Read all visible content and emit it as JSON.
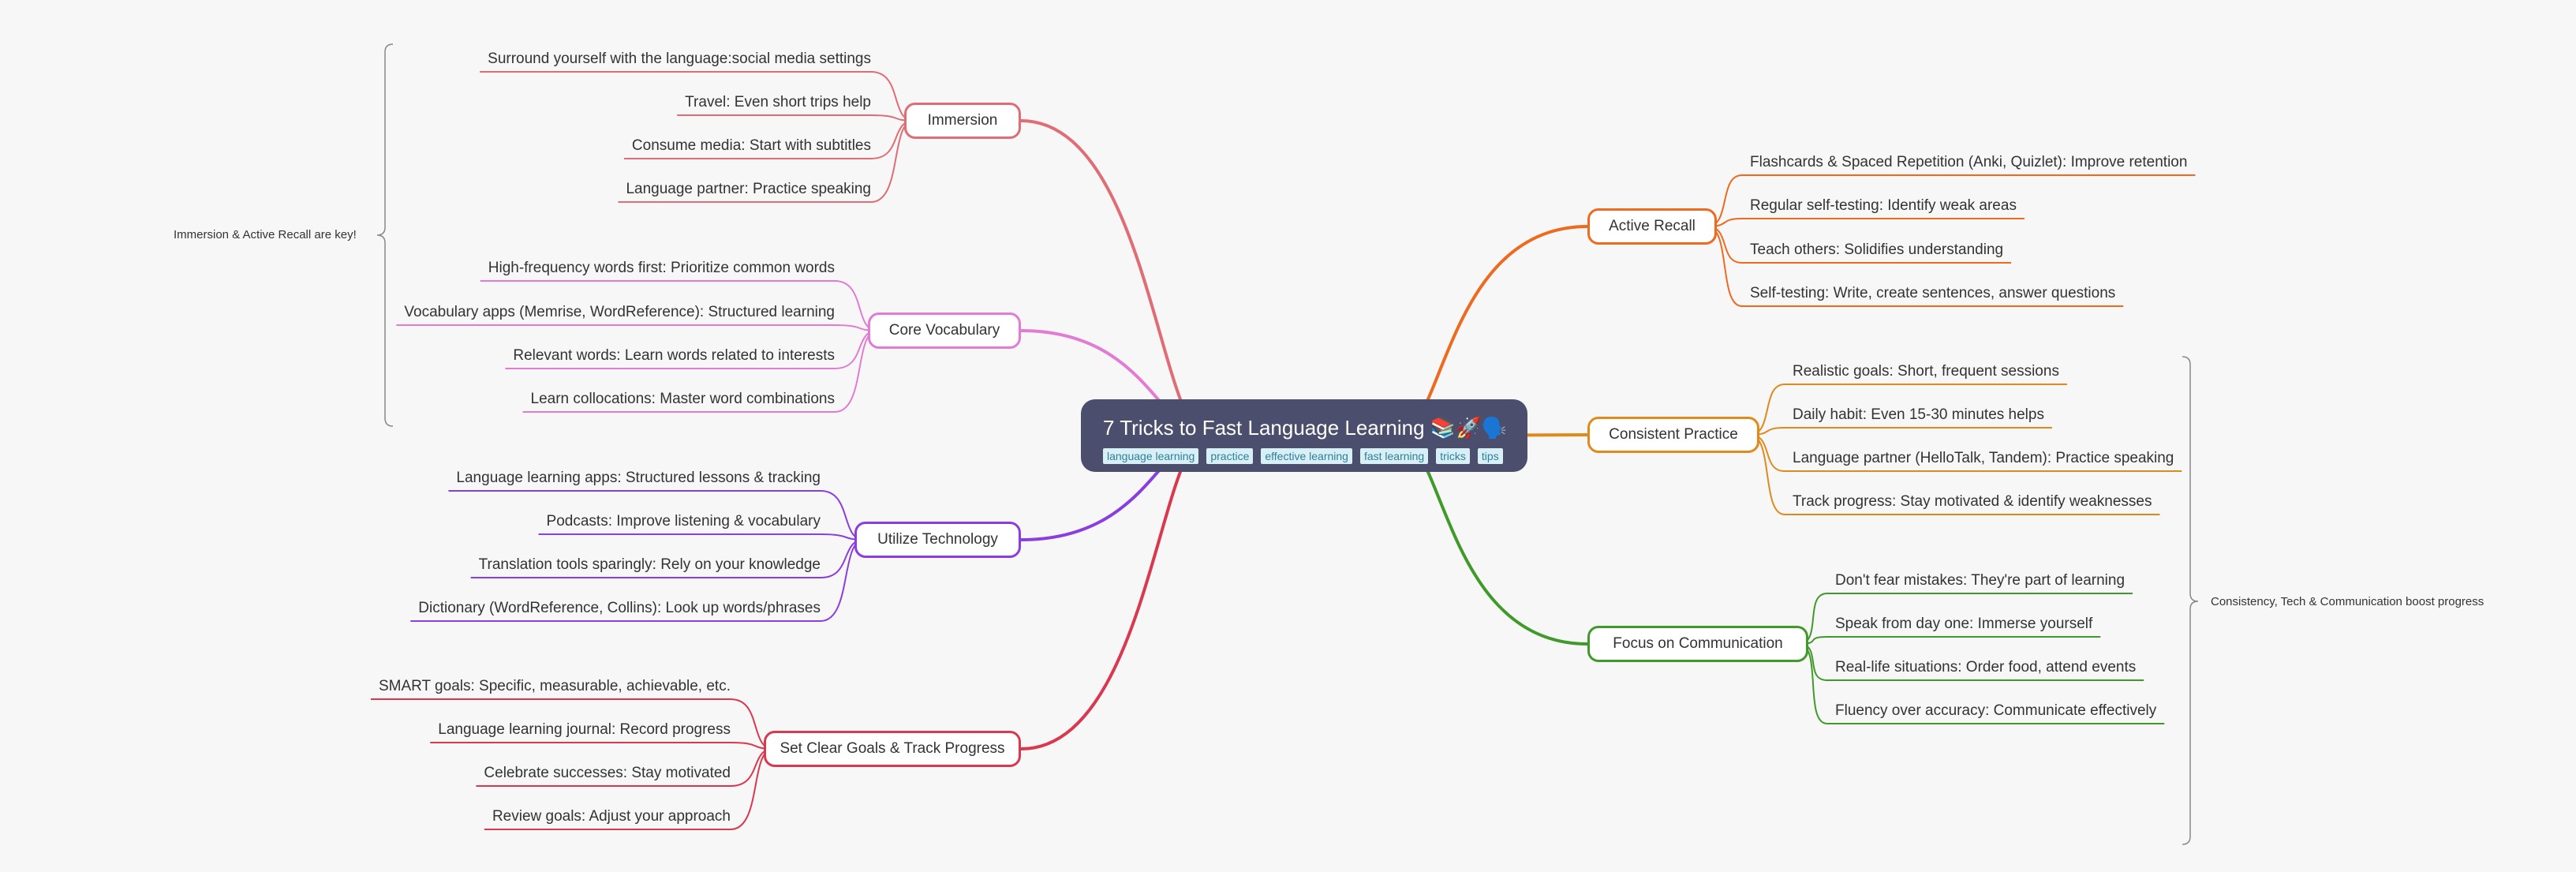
{
  "root": {
    "title": "7 Tricks to Fast Language Learning 📚🚀🗣️",
    "tags": [
      "language learning",
      "practice",
      "effective learning",
      "fast learning",
      "tricks",
      "tips"
    ]
  },
  "colors": {
    "background": "#f7f7f7",
    "root": "#4b4e6c",
    "tag_bg": "#d8f0f5",
    "tag_text": "#2e7f99",
    "summary_brace": "#888888"
  },
  "branches": [
    {
      "id": "immersion",
      "label": "Immersion",
      "color": "#e06c75",
      "children": [
        "Surround yourself with the language:social media settings",
        "Travel: Even short trips help",
        "Consume media: Start with subtitles",
        "Language partner: Practice speaking"
      ]
    },
    {
      "id": "core-vocabulary",
      "label": "Core Vocabulary",
      "color": "#e27bd3",
      "children": [
        "High-frequency words first: Prioritize common words",
        "Vocabulary apps (Memrise, WordReference): Structured learning",
        "Relevant words: Learn words related to interests",
        "Learn collocations: Master word combinations"
      ]
    },
    {
      "id": "utilize-technology",
      "label": "Utilize Technology",
      "color": "#8a3ee0",
      "children": [
        "Language learning apps: Structured lessons & tracking",
        "Podcasts: Improve listening & vocabulary",
        "Translation tools sparingly: Rely on your knowledge",
        "Dictionary (WordReference, Collins): Look up words/phrases"
      ]
    },
    {
      "id": "set-clear-goals",
      "label": "Set Clear Goals & Track Progress",
      "color": "#d9384f",
      "children": [
        "SMART goals: Specific, measurable, achievable, etc.",
        "Language learning journal: Record progress",
        "Celebrate successes: Stay motivated",
        "Review goals: Adjust your approach"
      ]
    },
    {
      "id": "active-recall",
      "label": "Active Recall",
      "color": "#ee6a1e",
      "children": [
        "Flashcards & Spaced Repetition (Anki, Quizlet):  Improve retention",
        "Regular self-testing: Identify weak areas",
        "Teach others: Solidifies understanding",
        "Self-testing: Write, create sentences, answer questions"
      ]
    },
    {
      "id": "consistent-practice",
      "label": "Consistent Practice",
      "color": "#e08a1c",
      "children": [
        "Realistic goals: Short, frequent sessions",
        "Daily habit: Even 15-30 minutes helps",
        "Language partner (HelloTalk, Tandem): Practice speaking",
        "Track progress: Stay motivated & identify weaknesses"
      ]
    },
    {
      "id": "focus-on-communication",
      "label": "Focus on Communication",
      "color": "#3f9a2a",
      "children": [
        "Don't fear mistakes: They're part of learning",
        "Speak from day one: Immerse yourself",
        "Real-life situations: Order food, attend events",
        "Fluency over accuracy: Communicate effectively"
      ]
    }
  ],
  "summaries": [
    {
      "id": "left",
      "text": "Immersion & Active Recall are key!"
    },
    {
      "id": "right",
      "text": "Consistency, Tech & Communication boost progress"
    }
  ]
}
